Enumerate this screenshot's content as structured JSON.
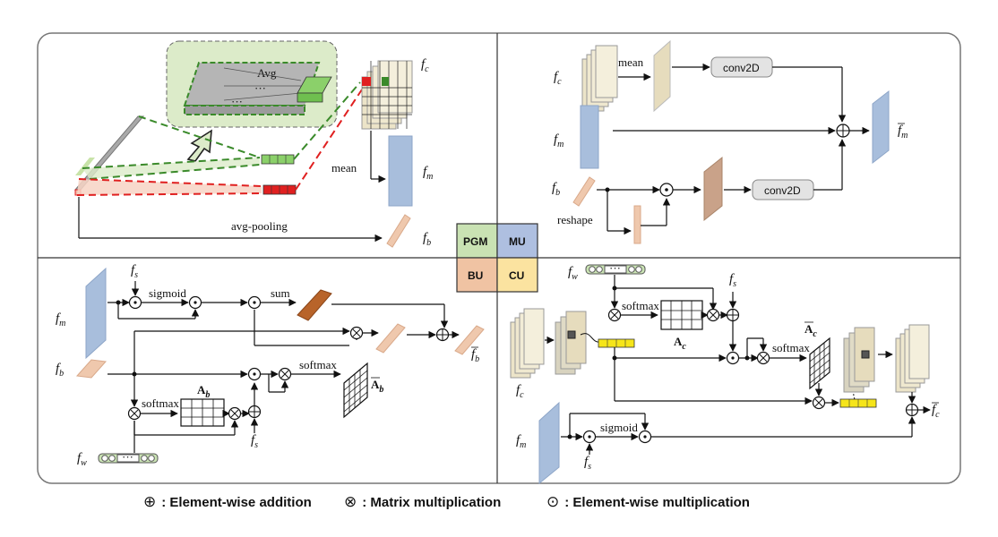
{
  "labels": {
    "avg": "Avg",
    "mean": "mean",
    "avg_pooling": "avg-pooling",
    "conv2d": "conv2D",
    "reshape": "reshape",
    "sigmoid": "sigmoid",
    "sum": "sum",
    "softmax": "softmax",
    "dots": "···"
  },
  "symbols": {
    "fc": "f",
    "fc_sub": "c",
    "fm": "f",
    "fm_sub": "m",
    "fb": "f",
    "fb_sub": "b",
    "fs": "f",
    "fs_sub": "s",
    "fw": "f",
    "fw_sub": "w",
    "Ab": "A",
    "Ab_sub": "b",
    "Ac": "A",
    "Ac_sub": "c"
  },
  "modules": {
    "pgm": "PGM",
    "mu": "MU",
    "bu": "BU",
    "cu": "CU"
  },
  "legend": {
    "add_symbol": "⊕",
    "add_text": ": Element-wise addition",
    "mat_symbol": "⊗",
    "mat_text": ": Matrix multiplication",
    "mul_symbol": "⊙",
    "mul_text": ": Element-wise multiplication"
  },
  "colors": {
    "pgm": "#c9e2b3",
    "mu": "#aebfe0",
    "bu": "#f0c3a3",
    "cu": "#fbe3a0",
    "red": "#e02020",
    "green": "#3a8a2a",
    "gray": "#9a9a9a",
    "fm_blue": "#a8bedc",
    "fb_peach": "#efc8ad",
    "fc_cream": "#ece4c8",
    "sum_brown": "#b8642a",
    "yellow": "#f6e51a"
  }
}
